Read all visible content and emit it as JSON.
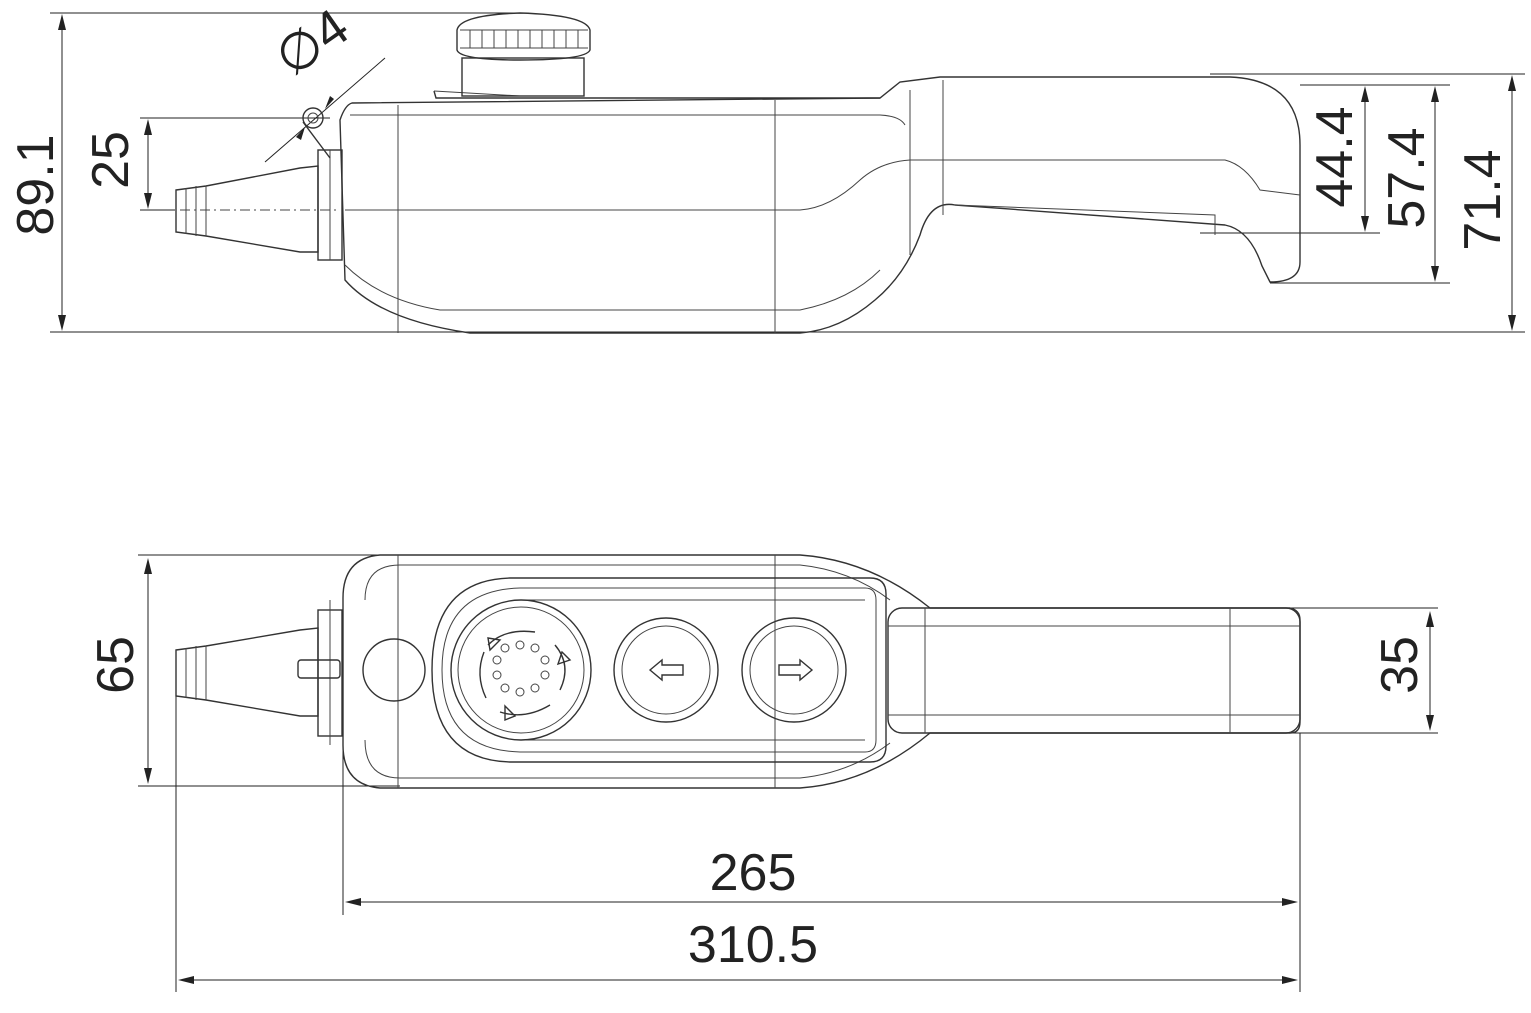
{
  "side_view": {
    "overall_height": "89.1",
    "hole_diameter": "4",
    "hole_diameter_symbol": "∅",
    "cable_center_height": "25",
    "grip_height_1": "44.4",
    "grip_height_2": "57.4",
    "grip_height_3": "71.4"
  },
  "top_view": {
    "body_width": "65",
    "grip_width": "35",
    "body_length": "265",
    "overall_length": "310.5",
    "buttons": [
      {
        "name": "rotate-selector",
        "icon": "rotate-arrows-icon"
      },
      {
        "name": "left-arrow-button",
        "icon": "arrow-left-icon"
      },
      {
        "name": "right-arrow-button",
        "icon": "arrow-right-icon"
      }
    ]
  }
}
